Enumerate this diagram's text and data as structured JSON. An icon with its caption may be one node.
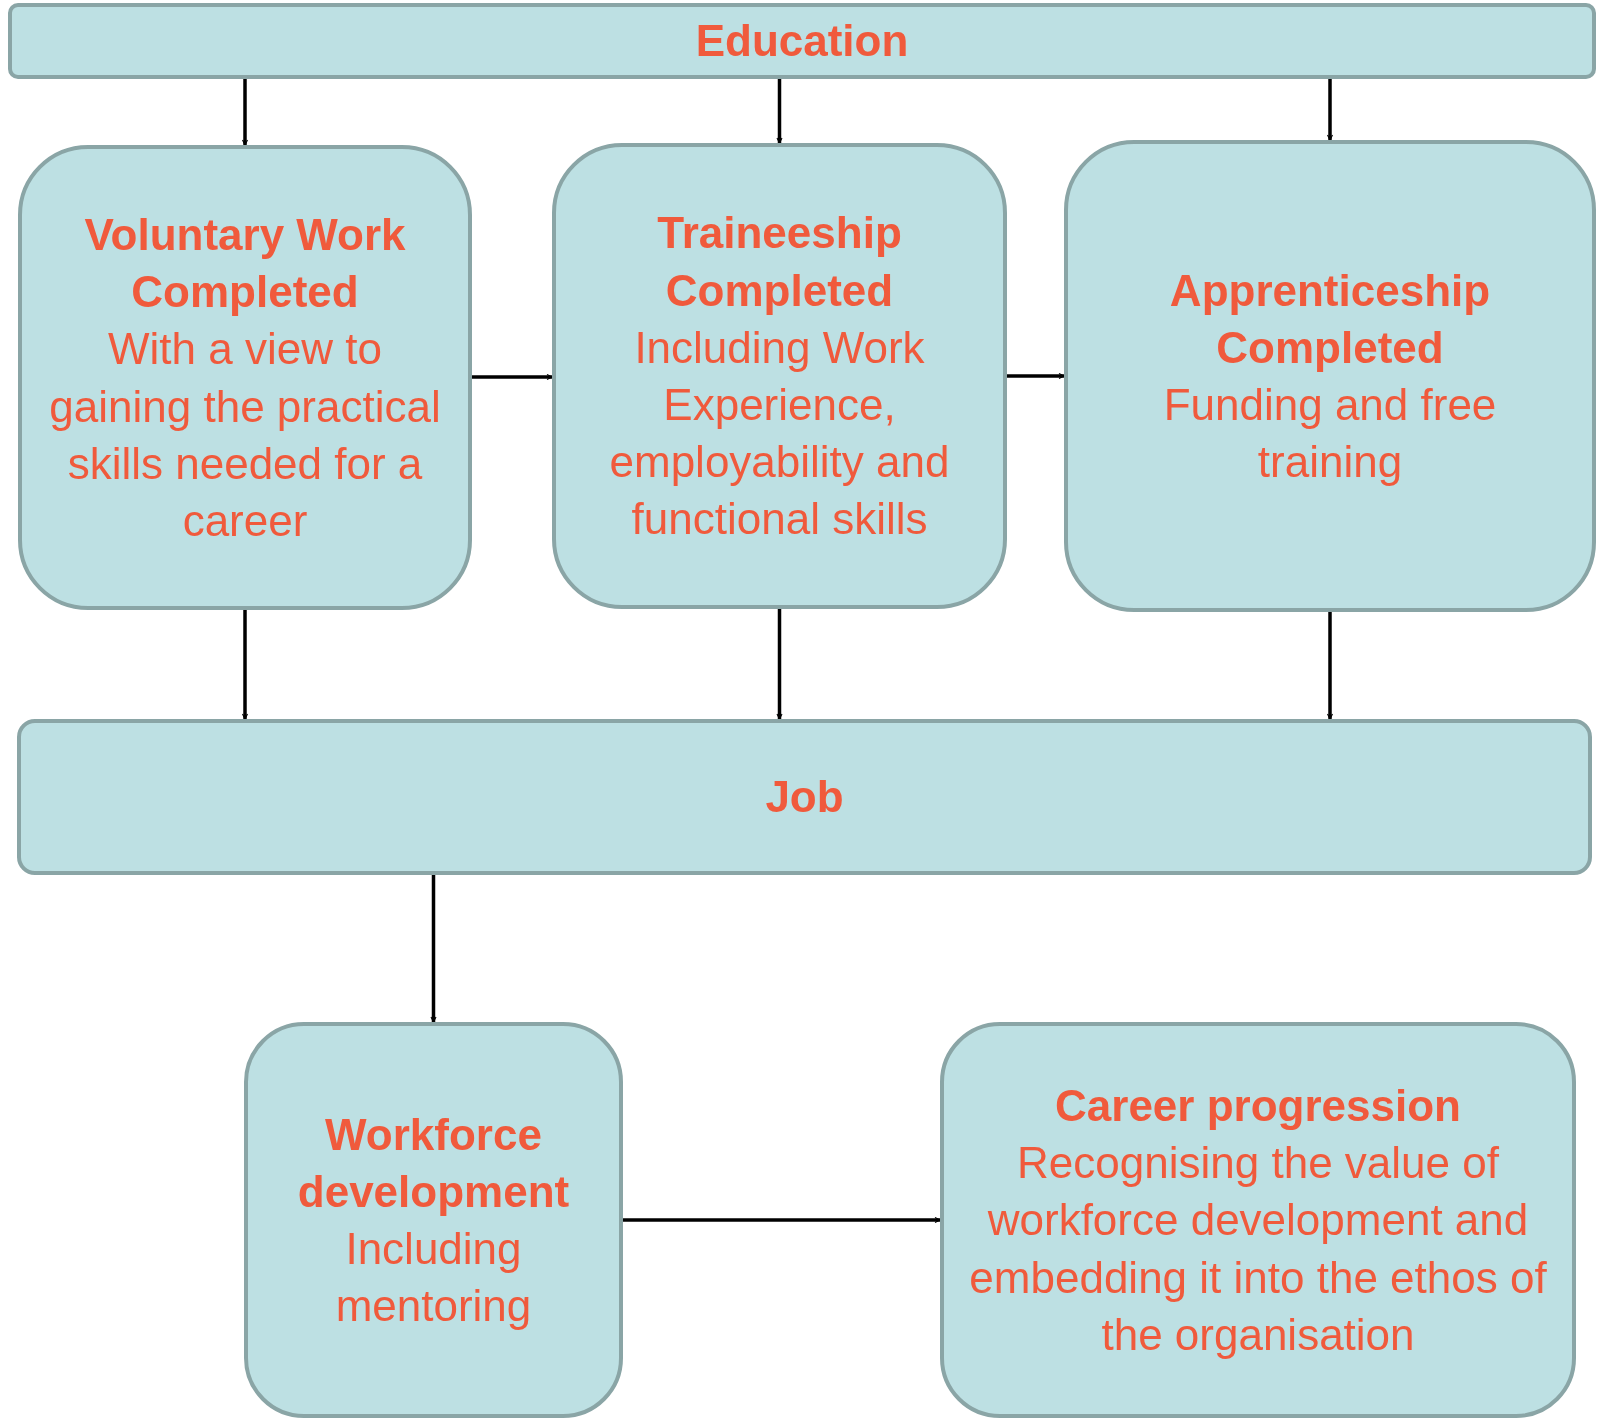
{
  "diagram": {
    "nodes": [
      {
        "text": [
          "Education"
        ]
      },
      {
        "text": [
          "Voluntary Work Completed",
          "With a view to gaining the practical skills needed for a career"
        ]
      },
      {
        "text": [
          "Traineeship Completed",
          "Including Work Experience, employability and functional skills"
        ]
      },
      {
        "text": [
          "Apprenticeship Completed",
          "Funding and free training"
        ]
      },
      {
        "text": [
          "Job"
        ]
      },
      {
        "text": [
          "Workforce development",
          "Including mentoring"
        ]
      },
      {
        "text": [
          "Career progression",
          "Recognising the value of workforce development and embedding it into the ethos of the organisation"
        ]
      }
    ],
    "edges": [
      {
        "from": 0,
        "to": 1,
        "arrow": "to"
      },
      {
        "from": 0,
        "to": 2,
        "arrow": "to"
      },
      {
        "from": 0,
        "to": 3,
        "arrow": "to"
      },
      {
        "from": 1,
        "to": 2,
        "arrow": "to"
      },
      {
        "from": 2,
        "to": 3,
        "arrow": "to"
      },
      {
        "from": 1,
        "to": 4,
        "arrow": "to"
      },
      {
        "from": 2,
        "to": 4,
        "arrow": "to"
      },
      {
        "from": 3,
        "to": 4,
        "arrow": "to"
      },
      {
        "from": 4,
        "to": 5,
        "arrow": "to"
      },
      {
        "from": 5,
        "to": 6,
        "arrow": "to"
      }
    ]
  }
}
